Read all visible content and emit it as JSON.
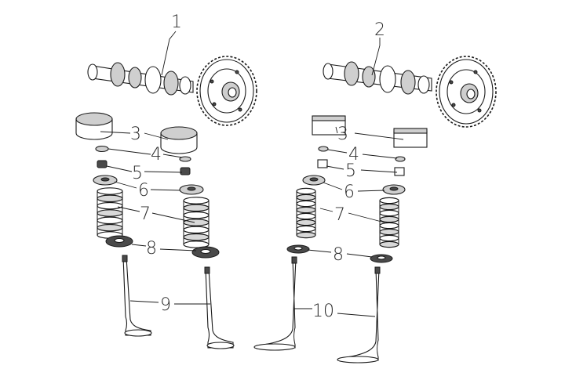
{
  "callouts": [
    {
      "id": "1",
      "text": "1"
    },
    {
      "id": "2",
      "text": "2"
    },
    {
      "id": "3a",
      "text": "3"
    },
    {
      "id": "3b",
      "text": "3"
    },
    {
      "id": "4a",
      "text": "4"
    },
    {
      "id": "4b",
      "text": "4"
    },
    {
      "id": "5a",
      "text": "5"
    },
    {
      "id": "5b",
      "text": "5"
    },
    {
      "id": "6a",
      "text": "6"
    },
    {
      "id": "6b",
      "text": "6"
    },
    {
      "id": "7a",
      "text": "7"
    },
    {
      "id": "7b",
      "text": "7"
    },
    {
      "id": "8a",
      "text": "8"
    },
    {
      "id": "8b",
      "text": "8"
    },
    {
      "id": "9",
      "text": "9"
    },
    {
      "id": "10",
      "text": "10"
    }
  ],
  "colors": {
    "line": "#1a1a1a",
    "background": "#ffffff",
    "shade": "#cfcfcf"
  }
}
